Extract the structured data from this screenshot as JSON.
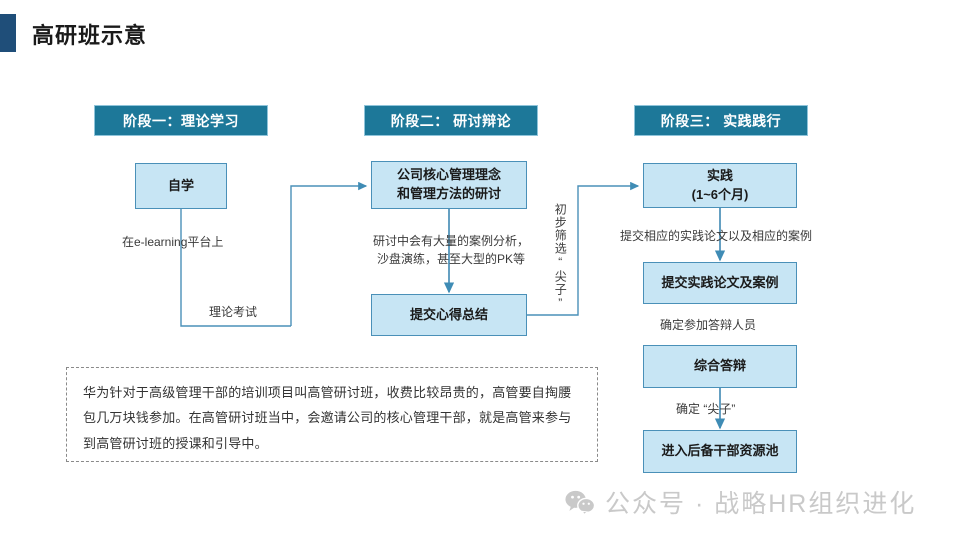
{
  "header": {
    "title": "高研班示意",
    "accent_color": "#1f4e79"
  },
  "theme": {
    "stage_header_fill": "#1d7899",
    "box_fill": "#c7e5f4",
    "box_border": "#4a90b8",
    "connector_color": "#4a90b8",
    "note_border": "#8a8a8a",
    "watermark_color": "#c9c9c9"
  },
  "stages": [
    {
      "id": "stage-1",
      "label": "阶段一：理论学习"
    },
    {
      "id": "stage-2",
      "label": "阶段二： 研讨辩论"
    },
    {
      "id": "stage-3",
      "label": "阶段三： 实践践行"
    }
  ],
  "boxes": {
    "self_study": {
      "line1": "自学"
    },
    "core_discussion": {
      "line1": "公司核心管理理念",
      "line2": "和管理方法的研讨"
    },
    "submit_summary": {
      "line1": "提交心得总结"
    },
    "practice": {
      "line1": "实践",
      "line2": "(1~6个月)"
    },
    "submit_thesis": {
      "line1": "提交实践论文及案例"
    },
    "comprehensive_defense": {
      "line1": "综合答辩"
    },
    "talent_pool": {
      "line1": "进入后备干部资源池"
    }
  },
  "connector_labels": {
    "elearning": "在e-learning平台上",
    "theory_exam": "理论考试",
    "discussion_detail_line1": "研讨中会有大量的案例分析，",
    "discussion_detail_line2": "沙盘演练，甚至大型的PK等",
    "initial_screen_vertical": "初步筛选“尖子”",
    "submit_practice_docs": "提交相应的实践论文以及相应的案例",
    "confirm_defense_members": "确定参加答辩人员",
    "confirm_top_talent": "确定 “尖子”"
  },
  "note": {
    "text": "华为针对于高级管理干部的培训项目叫高管研讨班，收费比较昂贵的，高管要自掏腰包几万块钱参加。在高管研讨班当中，会邀请公司的核心管理干部，就是高管来参与到高管研讨班的授课和引导中。"
  },
  "watermark": {
    "icon": "wechat-icon",
    "text": "公众号 · 战略HR组织进化"
  }
}
